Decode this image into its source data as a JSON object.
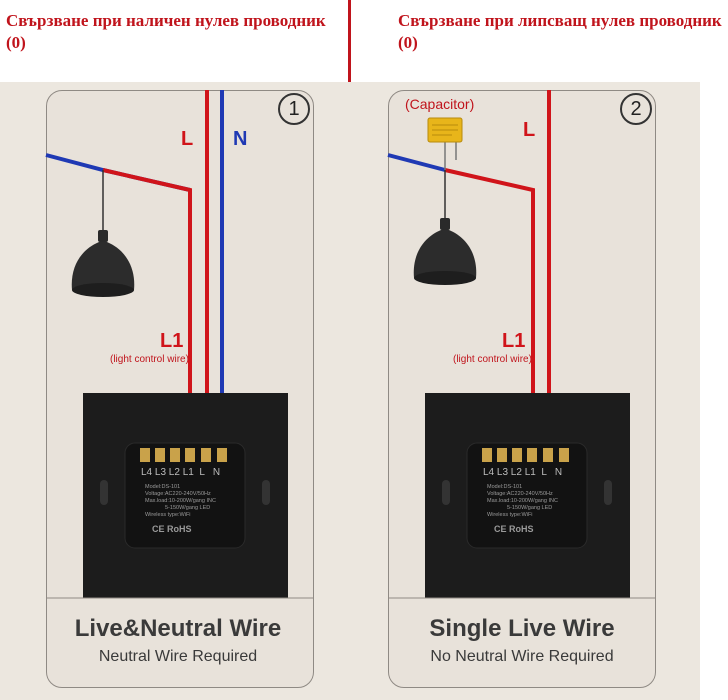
{
  "header": {
    "left_title": "Свързване при наличен нулев проводник (0)",
    "right_title": "Свързване при липсващ нулев проводник (0)"
  },
  "panels": [
    {
      "number": "1",
      "wire_labels": {
        "live": "L",
        "neutral": "N",
        "load": "L1",
        "load_note": "(light control wire)"
      },
      "terminal_labels": "L4 L3 L2 L1  L   N",
      "device_specs": [
        "Model:DS-101",
        "Voltage:AC220-240V/50Hz",
        "Max.load:10-200W/gang  INC",
        "5-150W/gang  LED",
        "Wireless type:WiFi"
      ],
      "cert_marks": "CE RoHS",
      "caption_main": "Live&Neutral Wire",
      "caption_sub": "Neutral Wire Required"
    },
    {
      "number": "2",
      "component_label": "(Capacitor)",
      "wire_labels": {
        "live": "L",
        "load": "L1",
        "load_note": "(light control wire)"
      },
      "terminal_labels": "L4 L3 L2 L1  L   N",
      "device_specs": [
        "Model:DS-101",
        "Voltage:AC220-240V/50Hz",
        "Max.load:10-200W/gang  INC",
        "5-150W/gang  LED",
        "Wireless type:WiFi"
      ],
      "cert_marks": "CE RoHS",
      "caption_main": "Single Live Wire",
      "caption_sub": "No Neutral Wire Required"
    }
  ],
  "colors": {
    "live": "#d0141a",
    "neutral": "#1f39b4",
    "title_red": "#c0141c",
    "panel": "#1c1c1c"
  }
}
